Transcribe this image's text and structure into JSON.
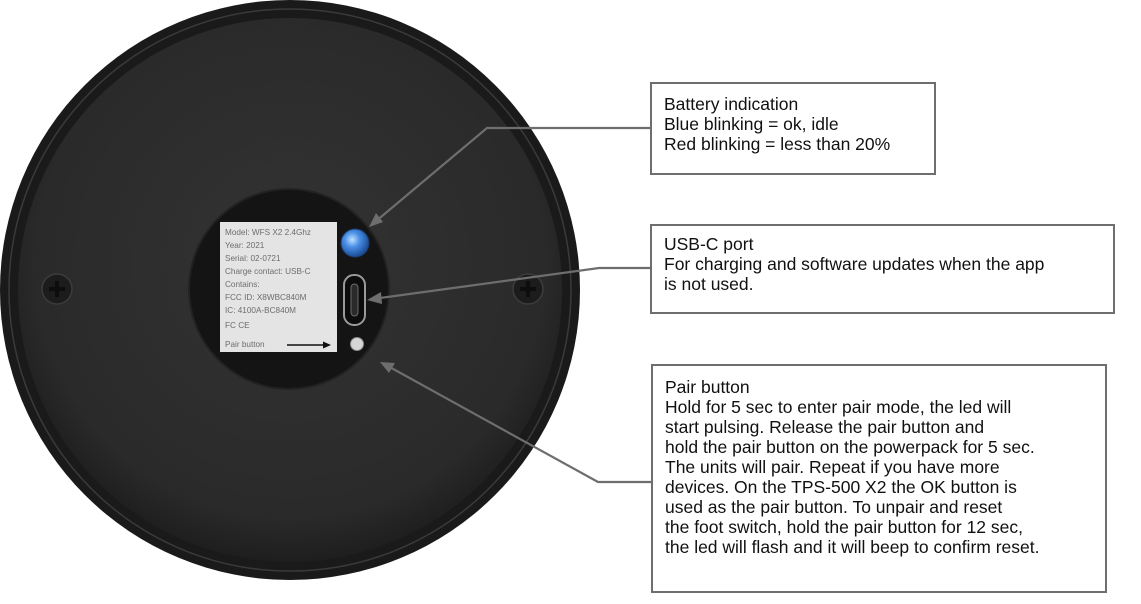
{
  "device_label": {
    "lines": [
      "Model:  WFS X2   2.4Ghz",
      "Year: 2021",
      "Serial: 02-0721",
      "Charge contact: USB-C",
      "Contains:",
      "FCC ID: X8WBC840M",
      "IC: 4100A-BC840M",
      "FC CE",
      "Pair button"
    ]
  },
  "callouts": {
    "battery": {
      "title": "Battery indication",
      "lines": [
        "Blue blinking = ok, idle",
        "Red blinking = less than 20%"
      ]
    },
    "usb": {
      "title": "USB-C port",
      "lines": [
        "For charging and software updates when the app",
        "is not used."
      ]
    },
    "pair": {
      "title": "Pair button",
      "lines": [
        "Hold for 5 sec to enter pair mode, the led will",
        "start pulsing. Release the pair button and",
        "hold the pair button on the powerpack for 5 sec.",
        "The units will pair. Repeat if you have more",
        "devices. On the TPS-500 X2 the OK button is",
        "used as the pair button. To unpair and reset",
        "the foot switch, hold the pair button for 12 sec,",
        "the led will flash and it will beep to confirm reset."
      ]
    }
  },
  "colors": {
    "device_body": "#2c2c2c",
    "device_rim": "#1a1a1a",
    "inner_disc": "#141414",
    "label_bg": "#e4e4e4",
    "led": "#4a8fe6",
    "leader_line": "#6e6e6e"
  }
}
